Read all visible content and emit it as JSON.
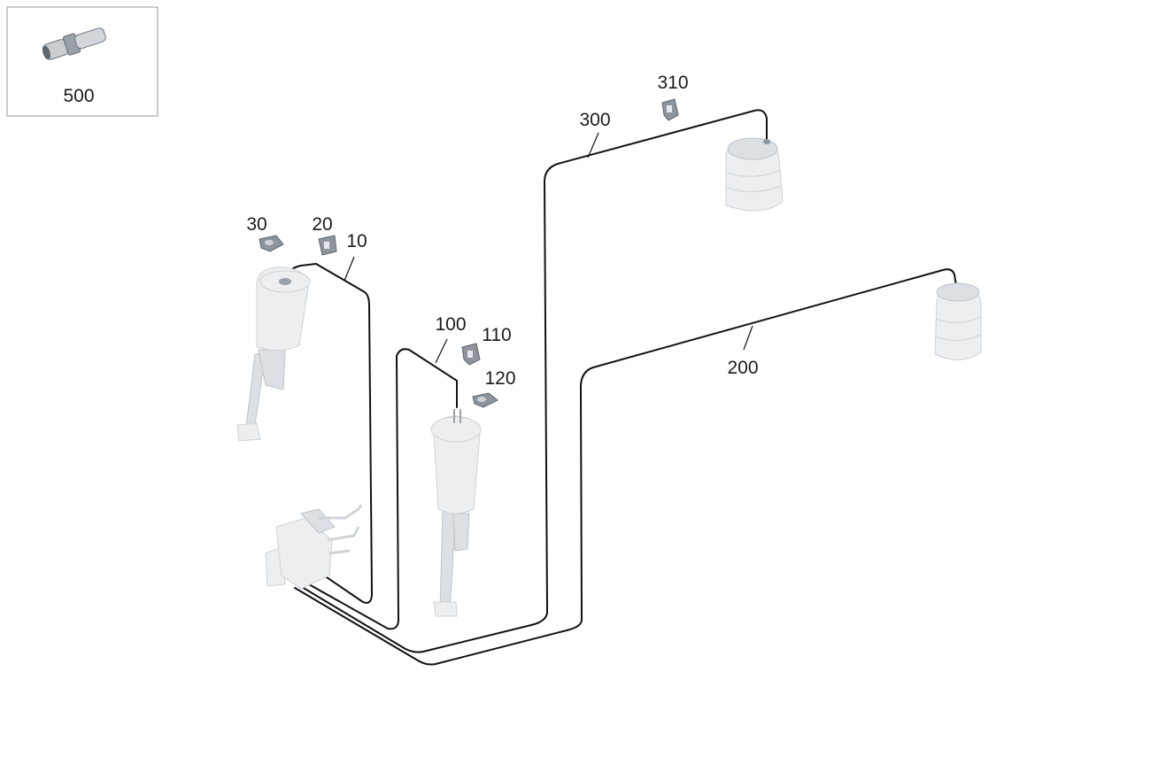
{
  "diagram": {
    "inset": {
      "label": "500",
      "icon": "connector-fitting-icon"
    },
    "callouts": [
      {
        "id": "10",
        "label": "10",
        "part": "front-left-hose-line"
      },
      {
        "id": "20",
        "label": "20",
        "part": "front-left-clip"
      },
      {
        "id": "30",
        "label": "30",
        "part": "front-left-retainer"
      },
      {
        "id": "100",
        "label": "100",
        "part": "front-right-hose-line"
      },
      {
        "id": "110",
        "label": "110",
        "part": "front-right-clip"
      },
      {
        "id": "120",
        "label": "120",
        "part": "front-right-retainer"
      },
      {
        "id": "200",
        "label": "200",
        "part": "rear-right-hose-line"
      },
      {
        "id": "300",
        "label": "300",
        "part": "rear-left-hose-line"
      },
      {
        "id": "310",
        "label": "310",
        "part": "rear-left-clip"
      }
    ],
    "colors": {
      "hose": "#111111",
      "component": "#e6e8eb",
      "clip": "#8d949b"
    }
  }
}
